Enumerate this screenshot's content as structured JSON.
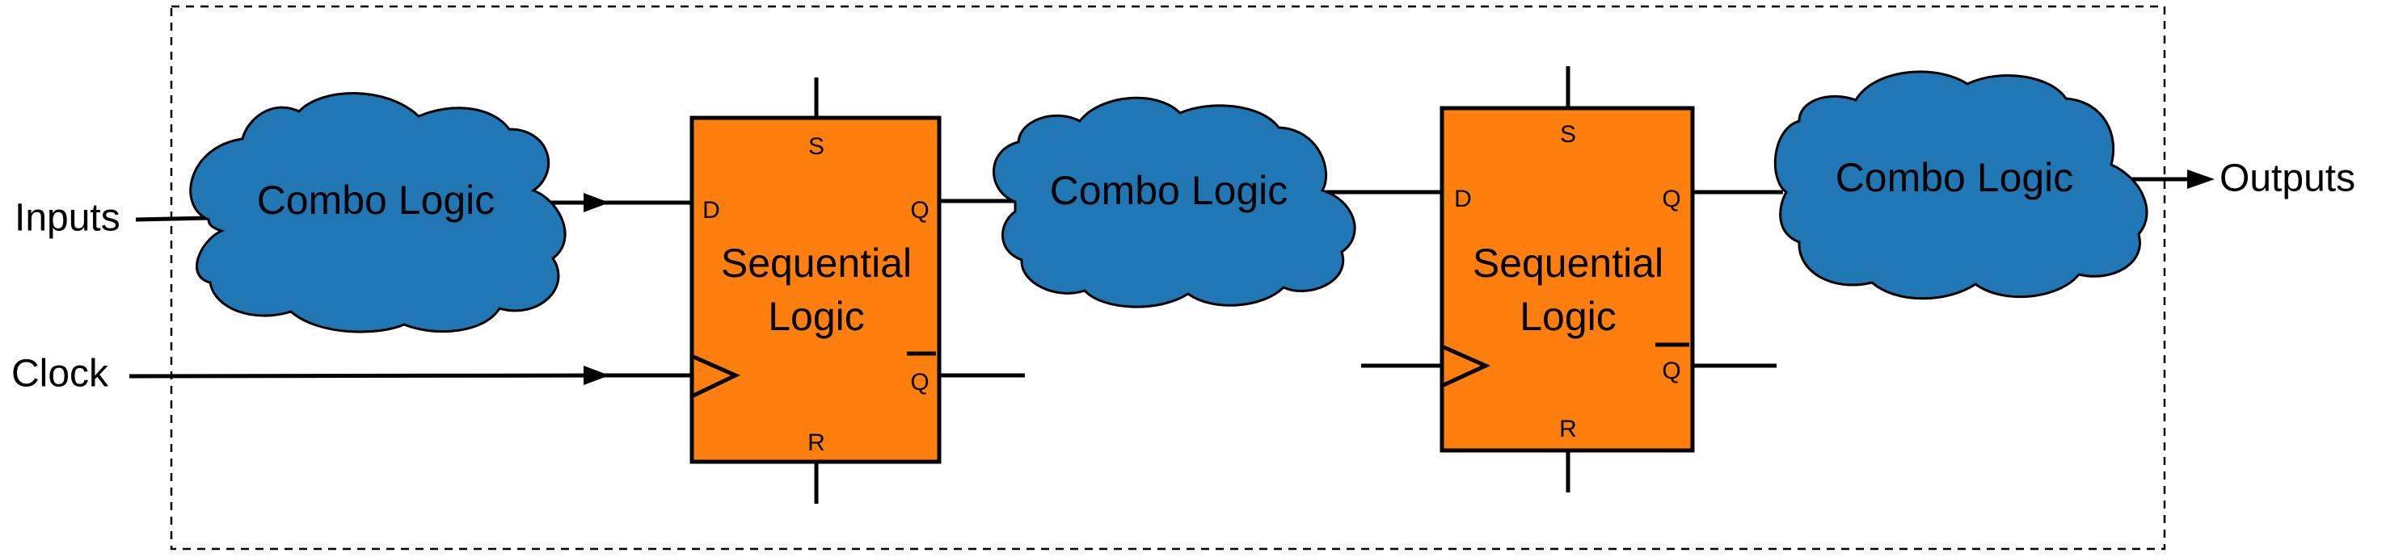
{
  "io": {
    "inputs": "Inputs",
    "clock": "Clock",
    "outputs": "Outputs"
  },
  "clouds": [
    {
      "label": "Combo Logic"
    },
    {
      "label": "Combo Logic"
    },
    {
      "label": "Combo Logic"
    }
  ],
  "flipflops": [
    {
      "line1": "Sequential",
      "line2": "Logic",
      "set": "S",
      "reset": "R",
      "d": "D",
      "q": "Q",
      "qbar": "Q"
    },
    {
      "line1": "Sequential",
      "line2": "Logic",
      "set": "S",
      "reset": "R",
      "d": "D",
      "q": "Q",
      "qbar": "Q"
    }
  ],
  "colors": {
    "cloud_fill": "#2077b4",
    "flipflop_fill": "#ff7f0e",
    "line": "#000000",
    "background": "#ffffff"
  }
}
